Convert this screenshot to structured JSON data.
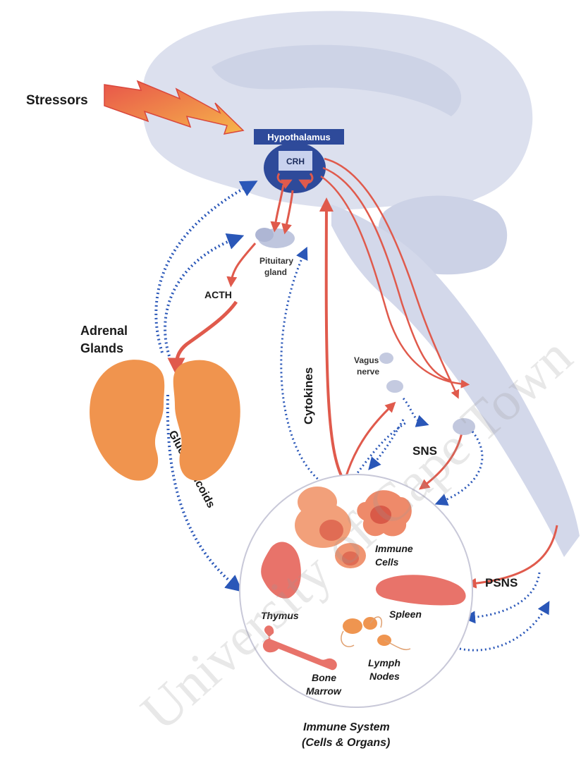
{
  "colors": {
    "brain": "#dce0ee",
    "brain_dark": "#c9cfe3",
    "red_arrow": "#e05a4c",
    "blue_dots": "#2a57b8",
    "orange": "#f0944e",
    "pink": "#e8736a",
    "hypothalamus": "#2e4a9a"
  },
  "labels": {
    "stressors": "Stressors",
    "hypothalamus": "Hypothalamus",
    "crh": "CRH",
    "pituitary_line1": "Pituitary",
    "pituitary_line2": "gland",
    "acth": "ACTH",
    "adrenal_line1": "Adrenal",
    "adrenal_line2": "Glands",
    "cytokines": "Cytokines",
    "vagus_line1": "Vagus",
    "vagus_line2": "nerve",
    "sns": "SNS",
    "psns": "PSNS",
    "glucocorticoids": "Glucocorticoids",
    "immune_cells_line1": "Immune",
    "immune_cells_line2": "Cells",
    "thymus": "Thymus",
    "spleen": "Spleen",
    "lymph_line1": "Lymph",
    "lymph_line2": "Nodes",
    "bone_line1": "Bone",
    "bone_line2": "Marrow",
    "immune_system_line1": "Immune System",
    "immune_system_line2": "(Cells & Organs)",
    "watermark": "University of Cape Town"
  }
}
